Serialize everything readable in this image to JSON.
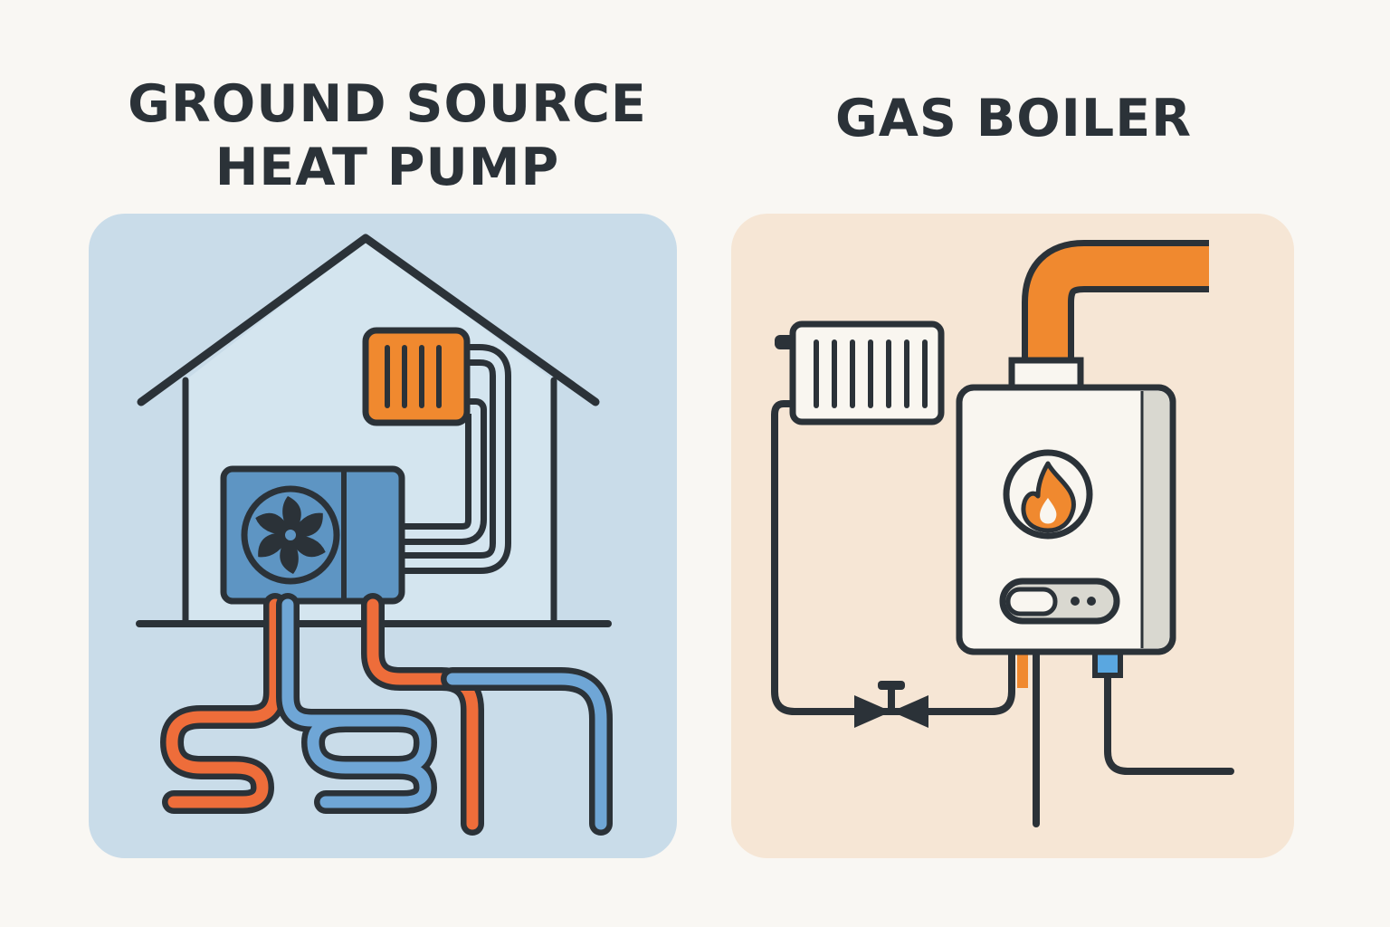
{
  "left": {
    "title_line1": "GROUND SOURCE",
    "title_line2": "HEAT PUMP"
  },
  "right": {
    "title": "GAS BOILER"
  },
  "colors": {
    "background": "#f9f7f3",
    "outline": "#2b3238",
    "left_panel": "#c9dce9",
    "house_interior": "#d4e5ef",
    "heat_pump_unit": "#5e95c3",
    "warm_pipe": "#ee6d3a",
    "cool_pipe": "#6fa6d6",
    "right_panel": "#f6e6d5",
    "accent_orange": "#f0892f",
    "boiler_body": "#f9f6f0",
    "boiler_shade": "#d9d8d0",
    "cold_inlet": "#5aa7e0"
  }
}
